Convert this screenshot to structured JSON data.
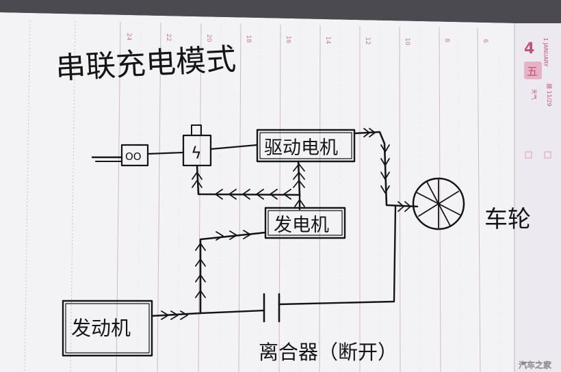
{
  "diagram": {
    "title": "串联充电模式",
    "labels": {
      "drive_motor": "驱动电机",
      "generator": "发电机",
      "engine": "发动机",
      "wheel": "车轮",
      "clutch": "离合器（断开）",
      "battery_symbol": "OO",
      "inverter_symbol": "ϟ"
    }
  },
  "notebook": {
    "column_numbers": [
      "24",
      "22",
      "20",
      "18",
      "16",
      "14",
      "12",
      "10",
      "8",
      "6"
    ],
    "calendar": {
      "day": "4",
      "month": "1 JANUARY",
      "weekday": "五",
      "lunar": "腊 11/29",
      "weather": "天气"
    }
  },
  "watermark": "汽车之家",
  "colors": {
    "ink": "#151515",
    "paper": "#f3f2f5",
    "rule": "#c9a9b6",
    "calendar_accent": "#c0527c"
  }
}
